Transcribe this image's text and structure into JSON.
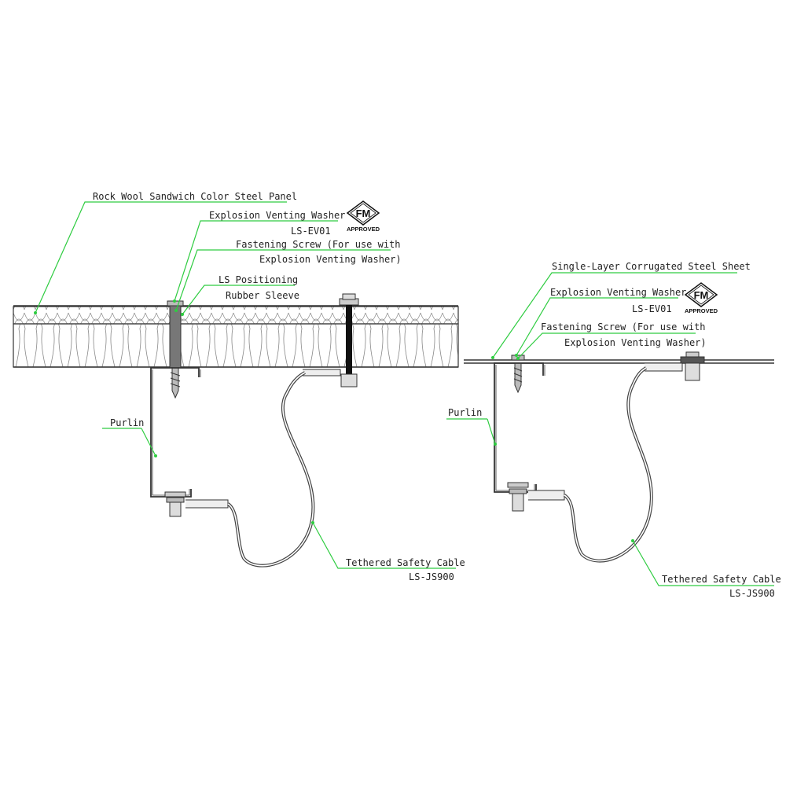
{
  "left": {
    "rock_wool_panel": "Rock Wool Sandwich Color Steel Panel",
    "washer_name": "Explosion Venting Washer",
    "washer_code": "LS-EV01",
    "screw_line1": "Fastening Screw (For use with",
    "screw_line2": "Explosion Venting Washer)",
    "sleeve_line1": "LS Positioning",
    "sleeve_line2": "Rubber Sleeve",
    "purlin": "Purlin",
    "cable_name": "Tethered Safety Cable",
    "cable_code": "LS-JS900"
  },
  "right": {
    "sheet": "Single-Layer Corrugated Steel Sheet",
    "washer_name": "Explosion Venting Washer",
    "washer_code": "LS-EV01",
    "screw_line1": "Fastening Screw (For use with",
    "screw_line2": "Explosion Venting Washer)",
    "purlin": "Purlin",
    "cable_name": "Tethered Safety Cable",
    "cable_code": "LS-JS900"
  },
  "badge": {
    "fm": "FM",
    "approved": "APPROVED"
  },
  "colors": {
    "leader": "#2ecc40",
    "line": "#333333"
  }
}
